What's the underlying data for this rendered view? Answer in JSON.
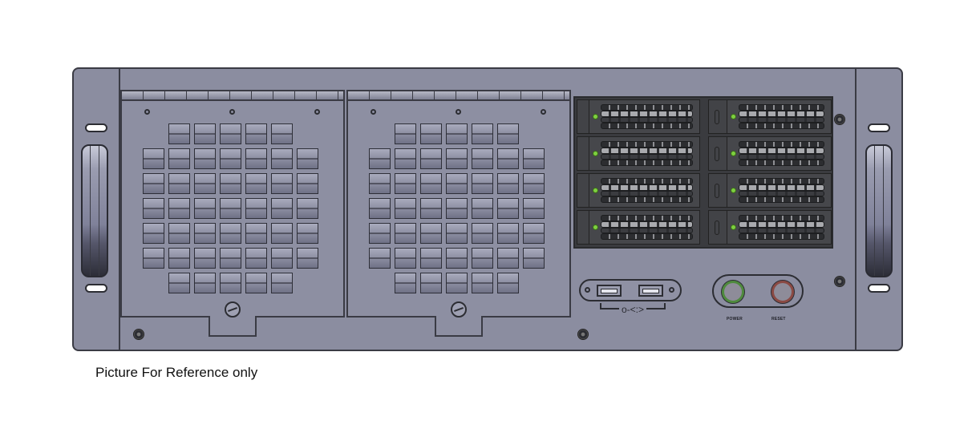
{
  "figure": {
    "subject": "4U rackmount server chassis front panel",
    "caption": "Picture For Reference only",
    "colors": {
      "panel": "#8b8da0",
      "outline": "#3a3b44",
      "drive_tray": "#46474b",
      "drive_led": "#7ed040",
      "power_ring": "#4f8a3e",
      "reset_ring": "#8a4a44"
    }
  },
  "rack_ears": [
    {
      "side": "left",
      "handle": "handle-icon",
      "slots": 2
    },
    {
      "side": "right",
      "handle": "handle-icon",
      "slots": 2
    }
  ],
  "fan_bays": [
    {
      "id": 1,
      "grille": "7x7 fan grille",
      "thumbscrew": true
    },
    {
      "id": 2,
      "grille": "7x7 fan grille",
      "thumbscrew": true
    }
  ],
  "drive_bays": {
    "columns": 2,
    "rows": 4,
    "count": 8,
    "led_status": "green"
  },
  "io": {
    "usb_ports": 2,
    "usb_symbol": "usb-icon"
  },
  "buttons": {
    "power_label": "POWER",
    "reset_label": "RESET"
  }
}
